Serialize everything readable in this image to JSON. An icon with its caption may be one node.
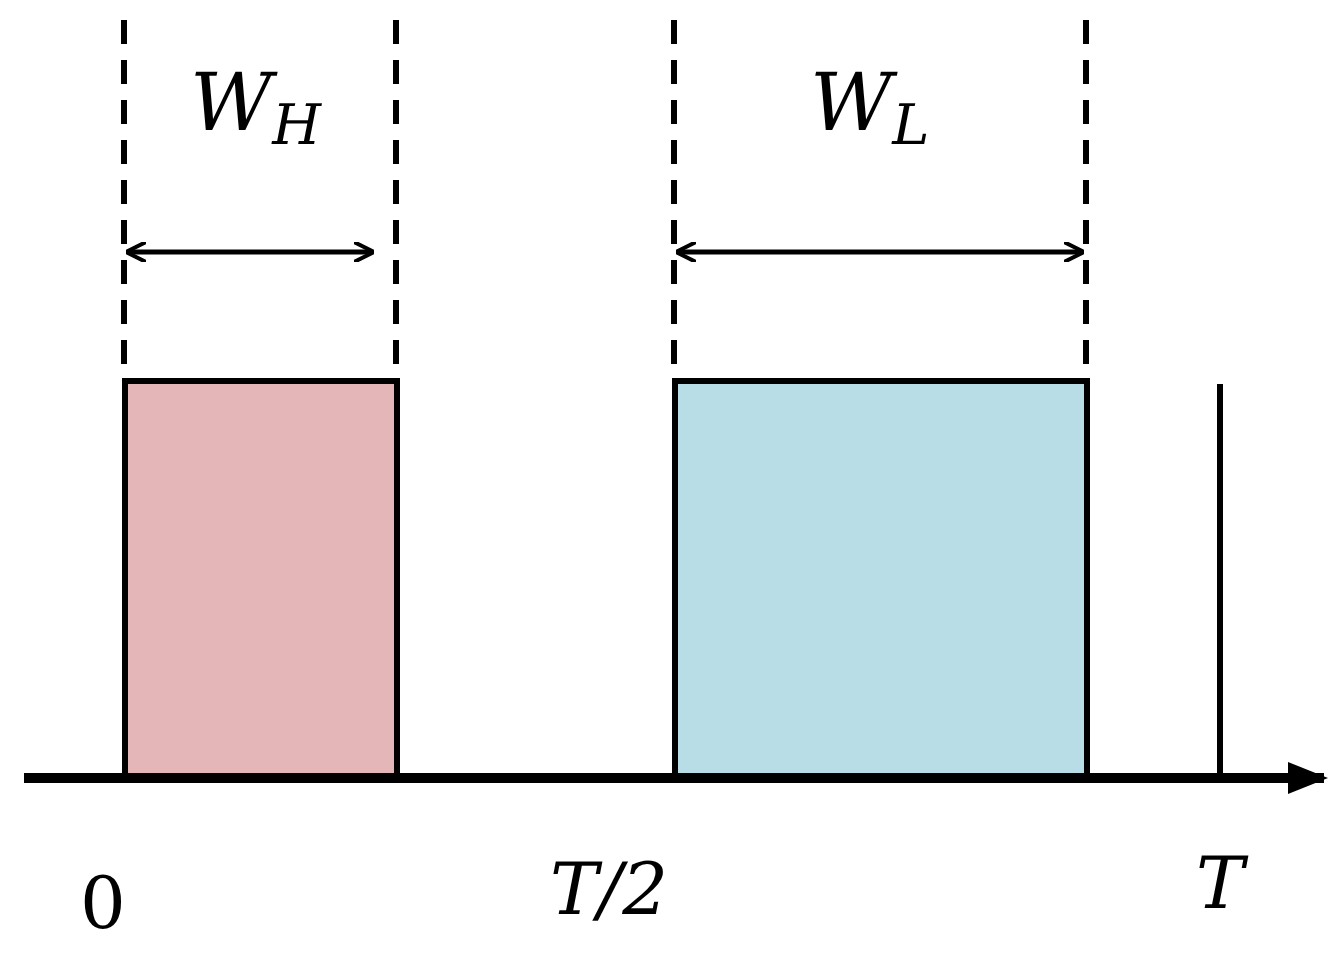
{
  "diagram": {
    "nodes": [
      {
        "text": [],
        "shape": "box"
      },
      {
        "text": [],
        "shape": "box"
      }
    ],
    "labels": [
      "W$_{H}$",
      "W$_{L}$",
      "0",
      "T/2",
      "T"
    ]
  }
}
